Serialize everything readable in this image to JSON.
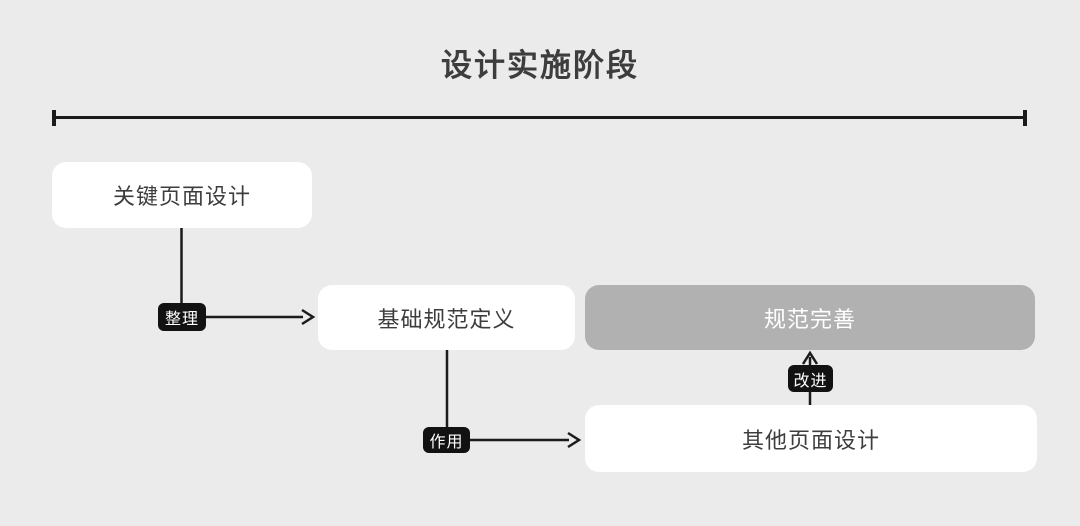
{
  "title": "设计实施阶段",
  "colors": {
    "background": "#ebebeb",
    "line": "#1b1b1b",
    "box_text": "#3d3d3d",
    "white_box_bg": "#ffffff",
    "gray_box_bg": "#b1b1b1",
    "gray_box_text": "#ffffff",
    "badge_bg": "#121212",
    "badge_text": "#ffffff"
  },
  "nodes": {
    "key_page_design": {
      "label": "关键页面设计"
    },
    "base_spec_definition": {
      "label": "基础规范定义"
    },
    "spec_improvement": {
      "label": "规范完善"
    },
    "other_page_design": {
      "label": "其他页面设计"
    }
  },
  "edges": {
    "organize": {
      "label": "整理",
      "from": "key_page_design",
      "to": "base_spec_definition"
    },
    "apply": {
      "label": "作用",
      "from": "base_spec_definition",
      "to": "other_page_design"
    },
    "improve": {
      "label": "改进",
      "from": "other_page_design",
      "to": "spec_improvement"
    }
  }
}
